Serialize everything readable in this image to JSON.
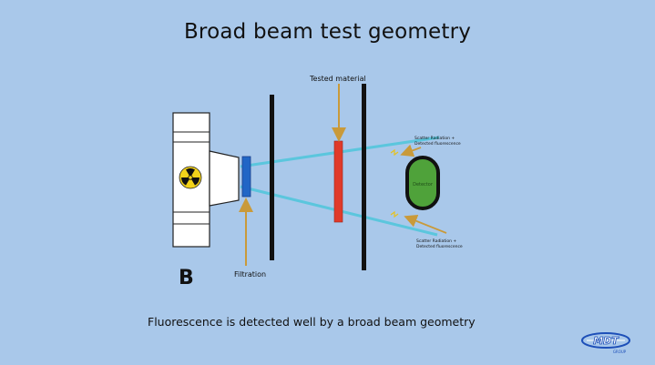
{
  "slide": {
    "title": "Broad beam test geometry",
    "caption": "Fluorescence is detected well by a broad beam geometry"
  },
  "diagram": {
    "panel_letter": "B",
    "labels": {
      "tested_material": "Tested material",
      "filtration": "Filtration",
      "scatter_upper_line1": "Scatter Radiation +",
      "scatter_upper_line2": "Detected fluorescence",
      "detector": "Detector",
      "scatter_lower_line1": "Scatter Radiation +",
      "scatter_lower_line2": "Detected fluorescence"
    },
    "colors": {
      "background": "#a9c8ea",
      "beam": "#5bc6dd",
      "filter": "#2166c6",
      "material": "#e03a2a",
      "arrow": "#c99a3a",
      "detector_fill": "#4fa23a",
      "slit": "#111111"
    },
    "icons": {
      "source": "radiation-trefoil-icon"
    }
  },
  "logo": {
    "text": "MDT",
    "subtext": "GROUP"
  }
}
